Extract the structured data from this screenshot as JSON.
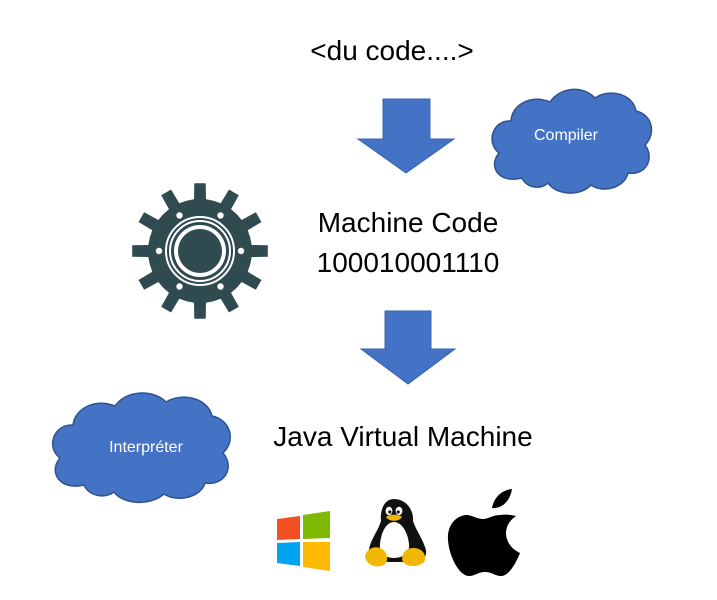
{
  "source_code_text": "<du code....>",
  "machine_code": {
    "title": "Machine Code",
    "binary": "100010001110"
  },
  "jvm_label": "Java Virtual Machine",
  "compiler_cloud": {
    "label": "Compiler"
  },
  "interpreter_cloud": {
    "label": "Interpréter"
  },
  "icons": {
    "gear": "gear-icon",
    "platforms": [
      "windows-logo",
      "linux-tux-logo",
      "apple-logo"
    ]
  },
  "colors": {
    "arrow": "#4472c4",
    "cloud_fill": "#4472c4",
    "cloud_stroke": "#2f528f",
    "gear": "#2f4b4f"
  }
}
